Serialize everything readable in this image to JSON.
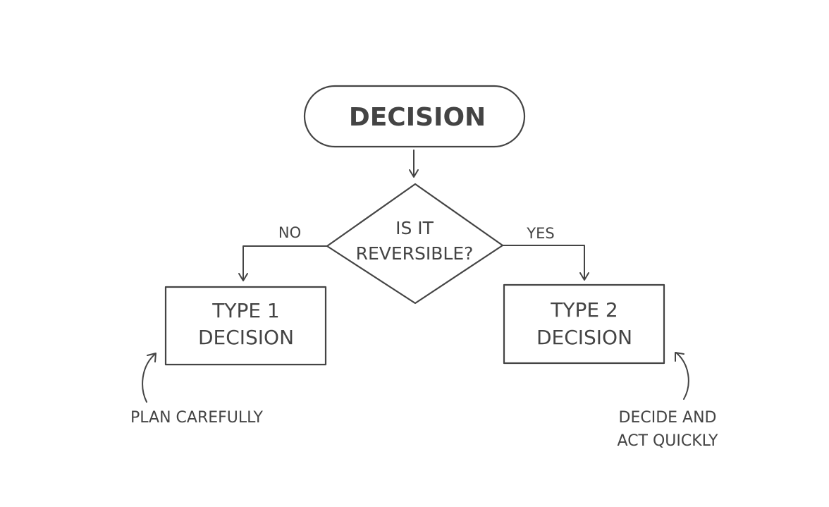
{
  "diagram": {
    "start": {
      "label": "DECISION"
    },
    "question": {
      "line1": "IS IT",
      "line2": "REVERSIBLE?"
    },
    "edges": {
      "no": "NO",
      "yes": "YES"
    },
    "type1": {
      "line1": "TYPE 1",
      "line2": "DECISION"
    },
    "type2": {
      "line1": "TYPE 2",
      "line2": "DECISION"
    },
    "note_left": {
      "line1": "PLAN CAREFULLY"
    },
    "note_right": {
      "line1": "DECIDE AND",
      "line2": "ACT QUICKLY"
    }
  },
  "colors": {
    "ink": "#444444",
    "background": "#ffffff"
  }
}
